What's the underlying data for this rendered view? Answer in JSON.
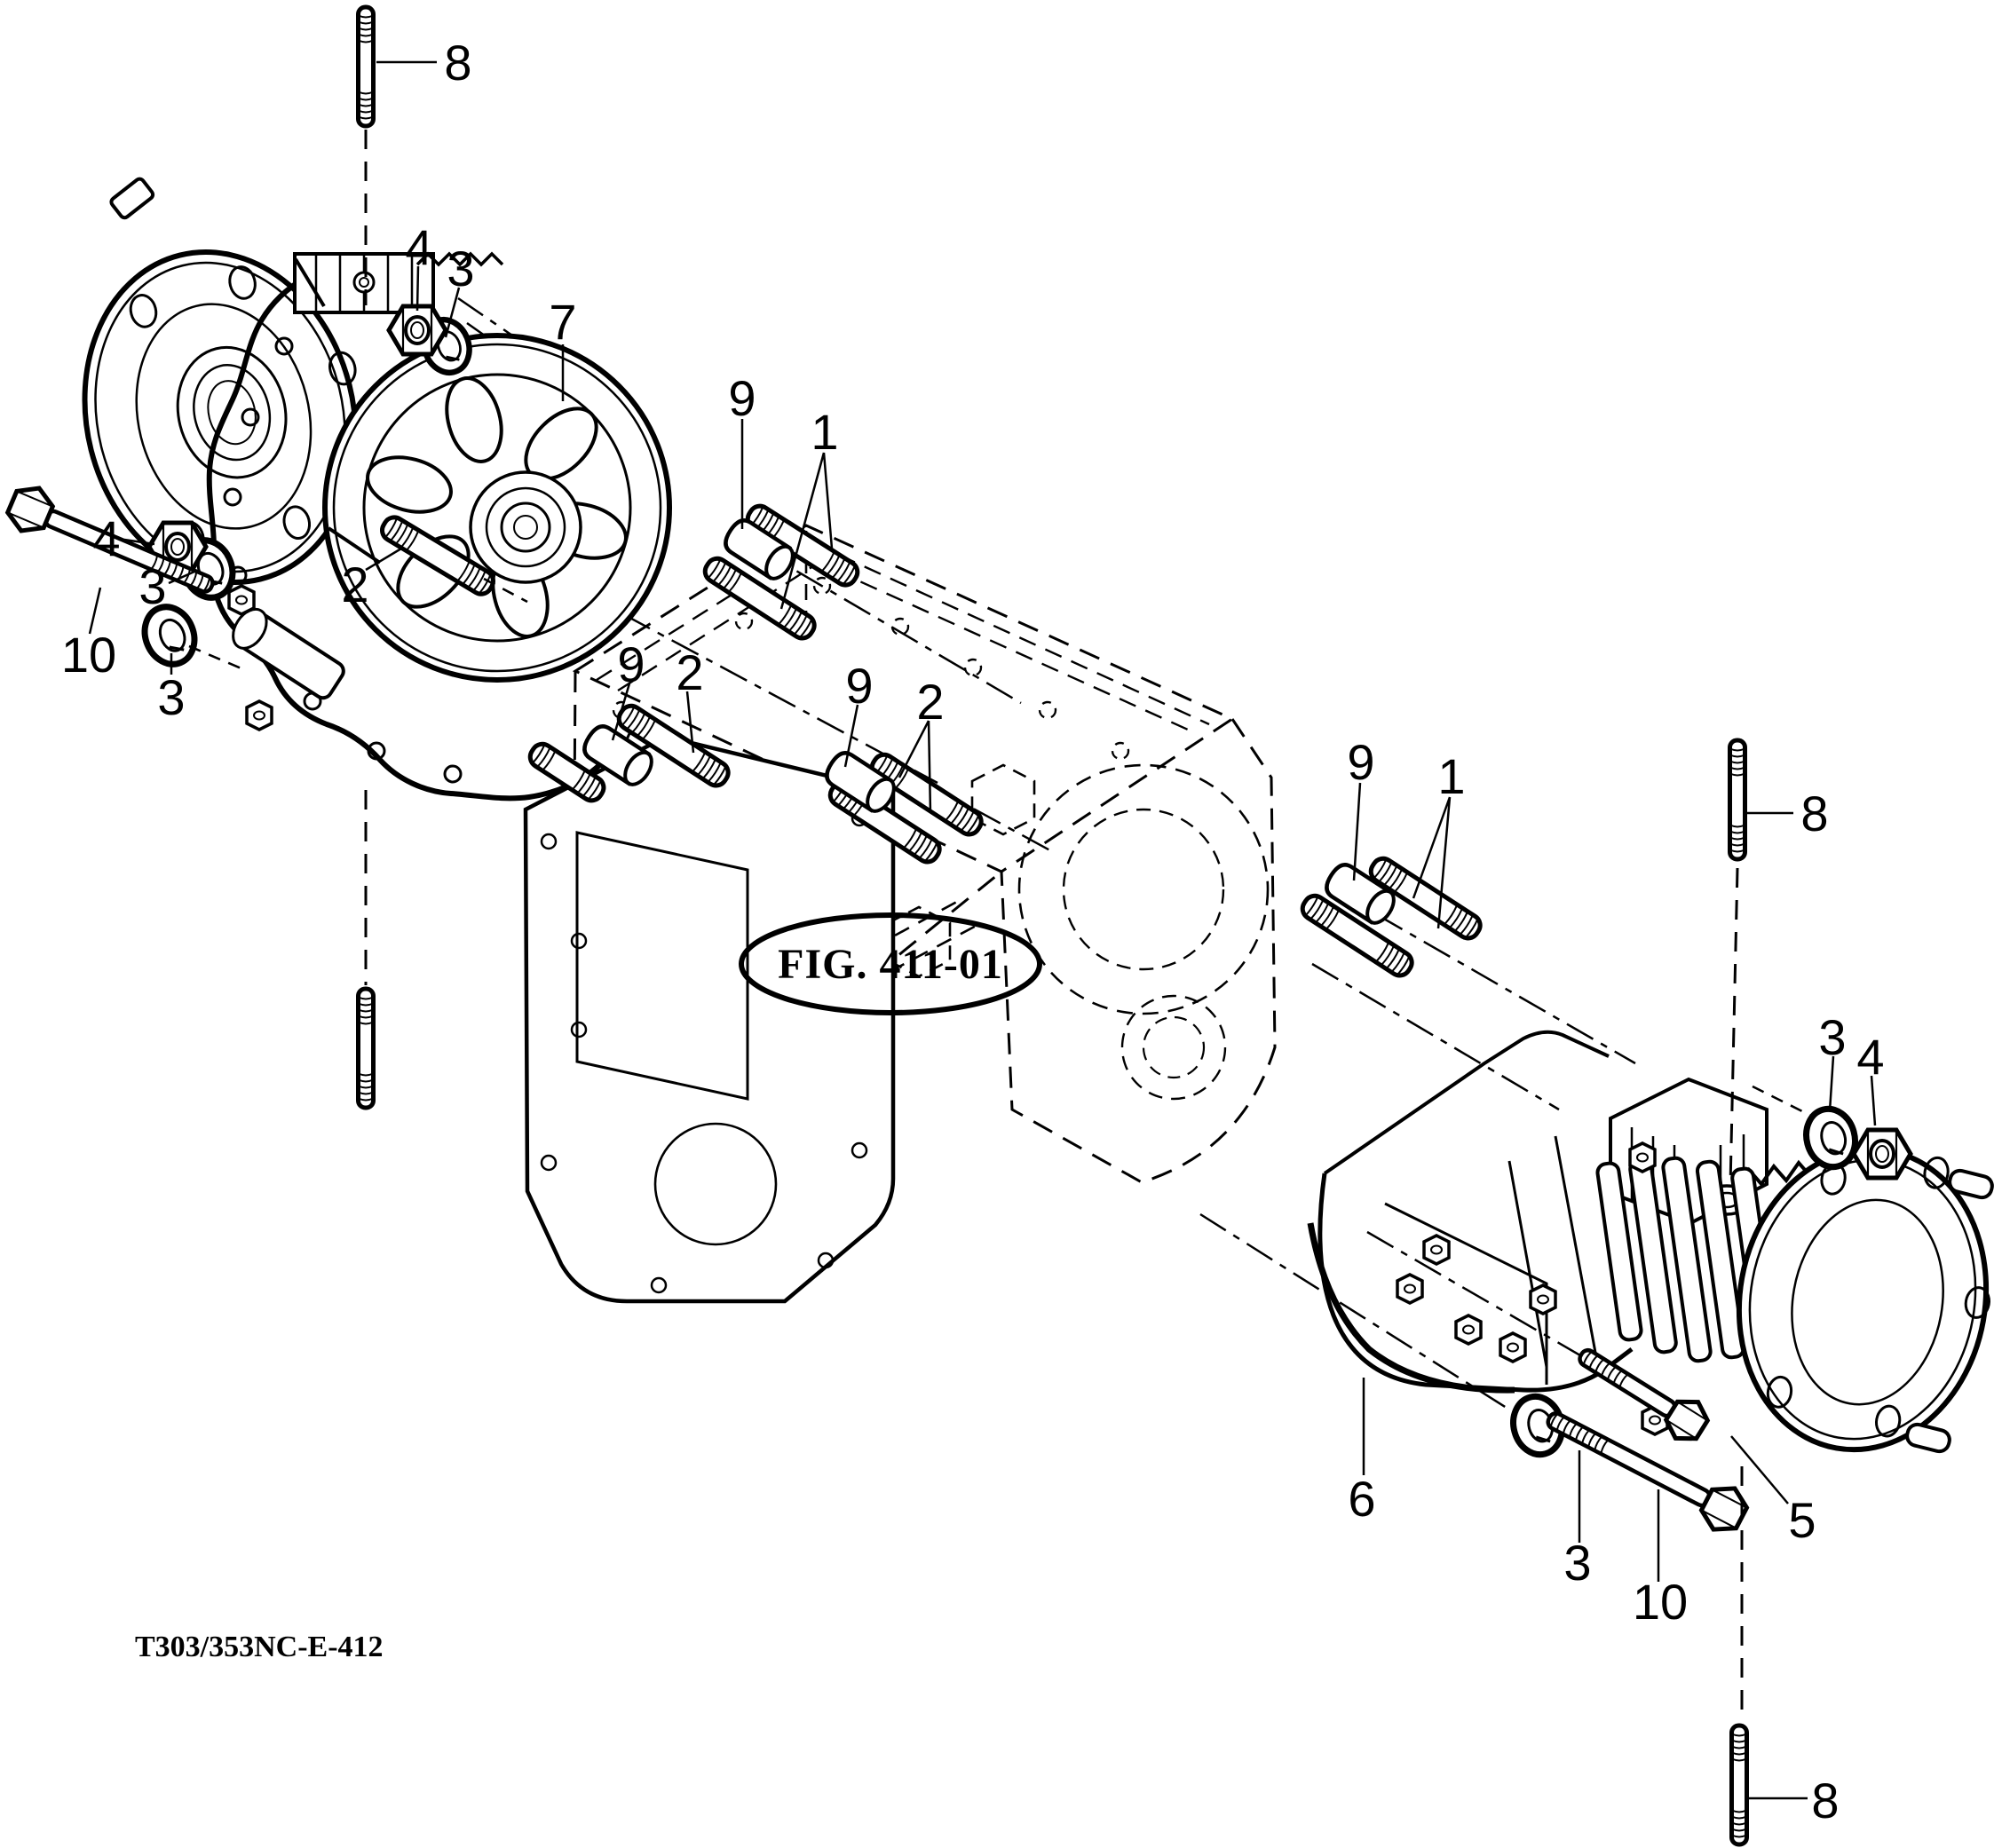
{
  "figure": {
    "title": "FIG. 411-01",
    "drawing_code": "T303/353NC-E-412"
  },
  "callouts": [
    {
      "label": "8"
    },
    {
      "label": "4"
    },
    {
      "label": "3"
    },
    {
      "label": "7"
    },
    {
      "label": "4"
    },
    {
      "label": "3"
    },
    {
      "label": "10"
    },
    {
      "label": "3"
    },
    {
      "label": "2"
    },
    {
      "label": "9"
    },
    {
      "label": "2"
    },
    {
      "label": "9"
    },
    {
      "label": "1"
    },
    {
      "label": "9"
    },
    {
      "label": "2"
    },
    {
      "label": "9"
    },
    {
      "label": "1"
    },
    {
      "label": "8"
    },
    {
      "label": "3"
    },
    {
      "label": "4"
    },
    {
      "label": "6"
    },
    {
      "label": "3"
    },
    {
      "label": "10"
    },
    {
      "label": "5"
    },
    {
      "label": "8"
    }
  ]
}
